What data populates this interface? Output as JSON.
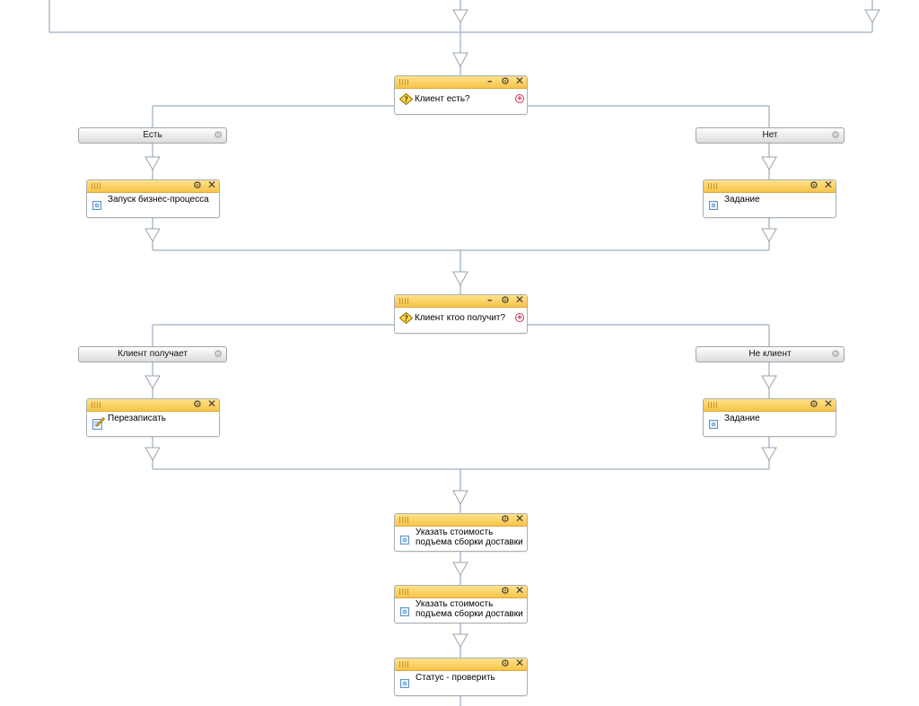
{
  "colors": {
    "connector": "#aebccc",
    "arrow_fill": "#ffffff",
    "arrow_stroke": "#9aa3ad",
    "block_header": "#f7c44a"
  },
  "icons": {
    "condition": "question-diamond-icon",
    "task": "task-icon",
    "edit": "pencil-edit-icon",
    "settings": "gear-icon",
    "close": "close-icon",
    "minimize": "minimize-icon",
    "add_branch": "add-branch-icon"
  },
  "condition1": {
    "label": "Клиент есть?"
  },
  "branch_yes": {
    "label": "Есть"
  },
  "branch_no": {
    "label": "Нет"
  },
  "task_bp": {
    "label": "Запуск бизнес-процесса"
  },
  "task_assign1": {
    "label": "Задание"
  },
  "condition2": {
    "label": "Клиент ктоо получит?"
  },
  "branch_client": {
    "label": "Клиент получает"
  },
  "branch_notclient": {
    "label": "Не клиент"
  },
  "task_rewrite": {
    "label": "Перезаписать"
  },
  "task_assign2": {
    "label": "Задание"
  },
  "task_cost1": {
    "line1": "Указать стоимость",
    "line2": "подъема сборки доставки"
  },
  "task_cost2": {
    "line1": "Указать стоимость",
    "line2": "подъема сборки доставки"
  },
  "task_status": {
    "label": "Статус - проверить"
  }
}
